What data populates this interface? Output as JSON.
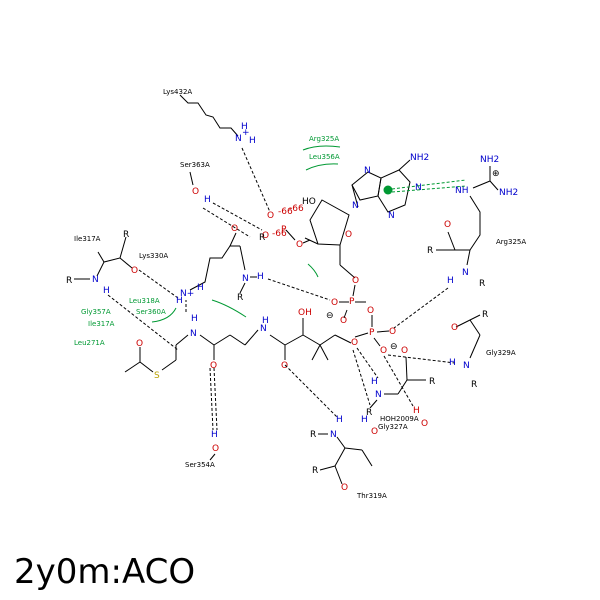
{
  "title": "2y0m:ACO",
  "residues": {
    "lys432": "Lys432A",
    "ser363": "Ser363A",
    "arg325_green": "Arg325A",
    "leu356": "Leu356A",
    "ile317_top": "Ile317A",
    "lys330": "Lys330A",
    "arg325": "Arg325A",
    "leu318": "Leu318A",
    "ser360": "Ser360A",
    "gly357": "Gly357A",
    "ile317_green": "Ile317A",
    "leu271": "Leu271A",
    "gly329": "Gly329A",
    "gly327": "Gly327A",
    "hoh2009": "HOH2009A",
    "ser354": "Ser354A",
    "thr319": "Thr319A"
  },
  "atoms": {
    "N": "N",
    "H": "H",
    "O": "O",
    "R": "R",
    "S": "S",
    "P": "P",
    "NH2": "NH2",
    "NH": "NH",
    "HO": "HO",
    "OH": "OH",
    "NH_plus": "N+"
  },
  "charges": {
    "minus": "⊖",
    "plus": "⊕",
    "partial": "-66"
  },
  "colors": {
    "nitrogen": "#0000cc",
    "oxygen": "#cc0000",
    "sulfur": "#b8a000",
    "hydrophobic": "#009933",
    "bond": "#000000"
  }
}
